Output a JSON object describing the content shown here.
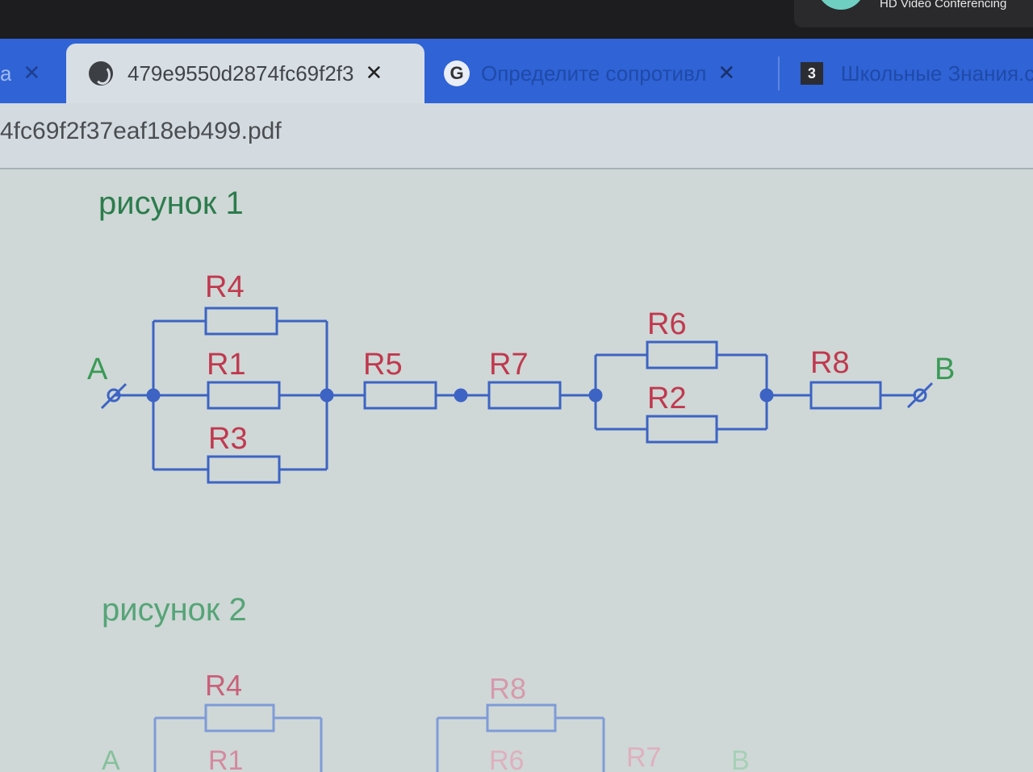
{
  "overlay": {
    "title": "HD Video Conferencing"
  },
  "tabs": [
    {
      "label": "а",
      "icon": "close-icon"
    },
    {
      "label": "479e9550d2874fc69f2f3",
      "icon": "globe-icon",
      "active": true
    },
    {
      "label": "Определите сопротивл",
      "icon": "google-icon"
    },
    {
      "label": "Школьные Знания.c",
      "icon": "brainly-icon",
      "badge": "3"
    }
  ],
  "address": {
    "url": "4fc69f2f37eaf18eb499.pdf"
  },
  "document": {
    "figure1": {
      "title": "рисунок 1",
      "terminals": {
        "a": "A",
        "b": "B"
      },
      "resistors": {
        "r4": "R4",
        "r1": "R1",
        "r3": "R3",
        "r5": "R5",
        "r7": "R7",
        "r6": "R6",
        "r2": "R2",
        "r8": "R8"
      }
    },
    "figure2": {
      "title": "рисунок 2",
      "terminals": {
        "a": "A",
        "b": "B"
      },
      "resistors": {
        "r4": "R4",
        "r1": "R1",
        "r8": "R8",
        "r6": "R6",
        "r7": "R7"
      }
    }
  },
  "colors": {
    "wire": "#3d63c4",
    "label": "#c0394f",
    "terminal": "#3a9a56",
    "tabstrip": "#2f63d6"
  }
}
